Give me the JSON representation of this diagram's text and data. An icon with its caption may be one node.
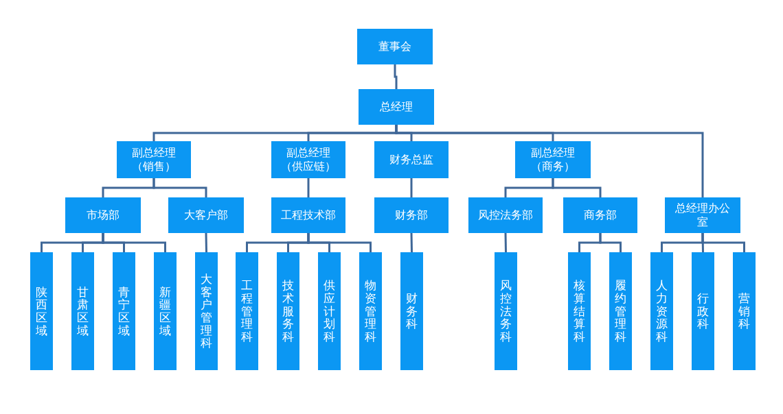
{
  "diagram": {
    "nodes": [
      {
        "text": [
          "董事会"
        ]
      },
      {
        "text": [
          "总经理"
        ]
      },
      {
        "text": [
          "副总经理（销售）"
        ]
      },
      {
        "text": [
          "副总经理（供应链）"
        ]
      },
      {
        "text": [
          "财务总监"
        ]
      },
      {
        "text": [
          "副总经理（商务）"
        ]
      },
      {
        "text": [
          "市场部"
        ]
      },
      {
        "text": [
          "大客户部"
        ]
      },
      {
        "text": [
          "工程技术部"
        ]
      },
      {
        "text": [
          "财务部"
        ]
      },
      {
        "text": [
          "风控法务部"
        ]
      },
      {
        "text": [
          "商务部"
        ]
      },
      {
        "text": [
          "总经理办公室"
        ]
      },
      {
        "text": [
          "陕西区域"
        ]
      },
      {
        "text": [
          "甘肃区域"
        ]
      },
      {
        "text": [
          "青宁区域"
        ]
      },
      {
        "text": [
          "新疆区域"
        ]
      },
      {
        "text": [
          "大客户管理科"
        ]
      },
      {
        "text": [
          "工程管理科"
        ]
      },
      {
        "text": [
          "技术服务科"
        ]
      },
      {
        "text": [
          "供应计划科"
        ]
      },
      {
        "text": [
          "物资管理科"
        ]
      },
      {
        "text": [
          "财务科"
        ]
      },
      {
        "text": [
          "风控法务科"
        ]
      },
      {
        "text": [
          "核算结算科"
        ]
      },
      {
        "text": [
          "履约管理科"
        ]
      },
      {
        "text": [
          "人力资源科"
        ]
      },
      {
        "text": [
          "行政科"
        ]
      },
      {
        "text": [
          "营销科"
        ]
      }
    ],
    "edges": [
      {
        "from": 0,
        "to": 1,
        "arrow": "none"
      },
      {
        "from": 1,
        "to": 2,
        "arrow": "none"
      },
      {
        "from": 1,
        "to": 3,
        "arrow": "none"
      },
      {
        "from": 1,
        "to": 4,
        "arrow": "none"
      },
      {
        "from": 1,
        "to": 5,
        "arrow": "none"
      },
      {
        "from": 1,
        "to": 12,
        "arrow": "none"
      },
      {
        "from": 2,
        "to": 6,
        "arrow": "none"
      },
      {
        "from": 2,
        "to": 7,
        "arrow": "none"
      },
      {
        "from": 3,
        "to": 8,
        "arrow": "none"
      },
      {
        "from": 4,
        "to": 9,
        "arrow": "none"
      },
      {
        "from": 5,
        "to": 10,
        "arrow": "none"
      },
      {
        "from": 5,
        "to": 11,
        "arrow": "none"
      },
      {
        "from": 6,
        "to": 13,
        "arrow": "none"
      },
      {
        "from": 6,
        "to": 14,
        "arrow": "none"
      },
      {
        "from": 6,
        "to": 15,
        "arrow": "none"
      },
      {
        "from": 6,
        "to": 16,
        "arrow": "none"
      },
      {
        "from": 7,
        "to": 17,
        "arrow": "none"
      },
      {
        "from": 8,
        "to": 18,
        "arrow": "none"
      },
      {
        "from": 8,
        "to": 19,
        "arrow": "none"
      },
      {
        "from": 8,
        "to": 20,
        "arrow": "none"
      },
      {
        "from": 8,
        "to": 21,
        "arrow": "none"
      },
      {
        "from": 9,
        "to": 22,
        "arrow": "none"
      },
      {
        "from": 10,
        "to": 23,
        "arrow": "none"
      },
      {
        "from": 11,
        "to": 24,
        "arrow": "none"
      },
      {
        "from": 11,
        "to": 25,
        "arrow": "none"
      },
      {
        "from": 12,
        "to": 26,
        "arrow": "none"
      },
      {
        "from": 12,
        "to": 27,
        "arrow": "none"
      },
      {
        "from": 12,
        "to": 28,
        "arrow": "none"
      }
    ]
  }
}
